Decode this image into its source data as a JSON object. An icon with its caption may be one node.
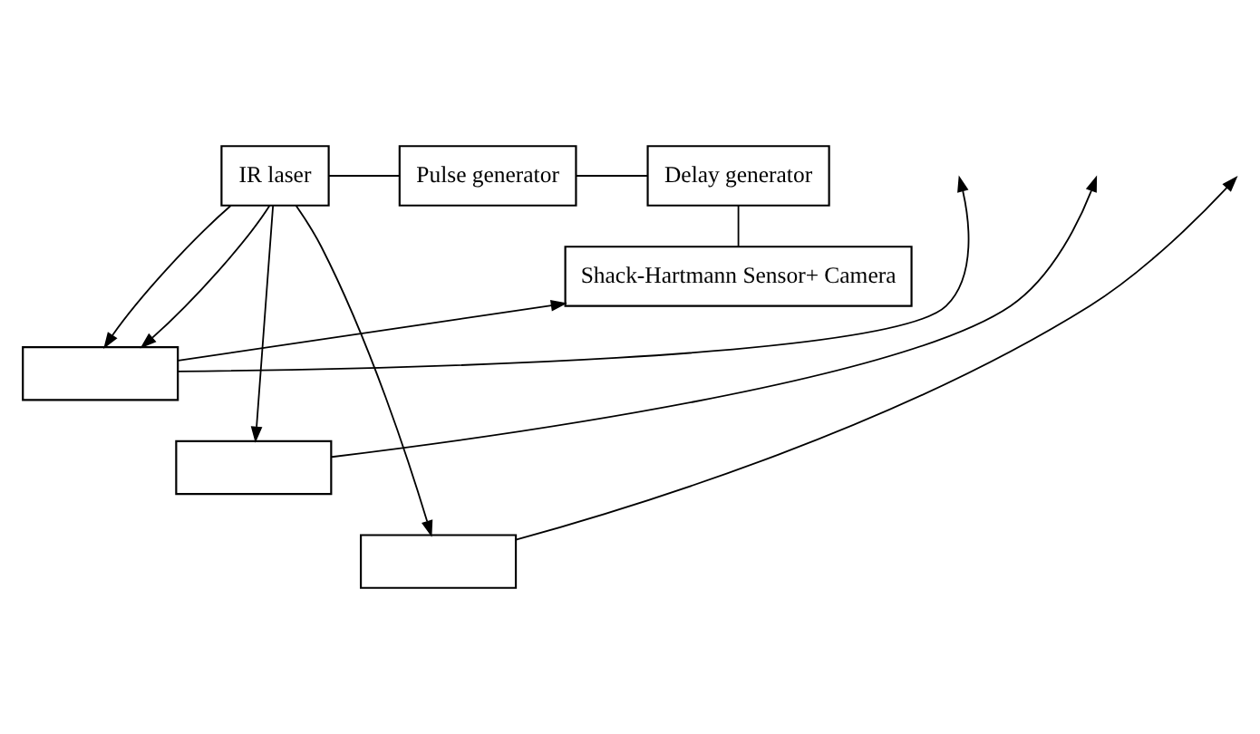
{
  "diagram": {
    "nodes": [
      {
        "text": [
          "IR laser"
        ]
      },
      {
        "text": [
          "Pulse generator"
        ]
      },
      {
        "text": [
          "Delay generator"
        ]
      },
      {
        "text": [
          "Shack-Hartmann Sensor+ Camera"
        ]
      },
      {
        "text": [],
        "shape": "box"
      },
      {
        "text": [],
        "shape": "box"
      },
      {
        "text": [],
        "shape": "box"
      }
    ],
    "edges": [
      {
        "from": 0,
        "to": 1,
        "arrow": "none"
      },
      {
        "from": 1,
        "to": 2,
        "arrow": "none"
      },
      {
        "from": 2,
        "to": 3,
        "arrow": "none"
      },
      {
        "from": 0,
        "to": 4,
        "arrow": "to"
      },
      {
        "from": 0,
        "to": 4,
        "arrow": "to"
      },
      {
        "from": 0,
        "to": 5,
        "arrow": "to"
      },
      {
        "from": 0,
        "to": 6,
        "arrow": "to"
      },
      {
        "from": 4,
        "to": 3,
        "arrow": "to"
      },
      {
        "from": 4,
        "to": null,
        "arrow": "to"
      },
      {
        "from": 5,
        "to": null,
        "arrow": "to"
      },
      {
        "from": 6,
        "to": null,
        "arrow": "to"
      }
    ]
  }
}
